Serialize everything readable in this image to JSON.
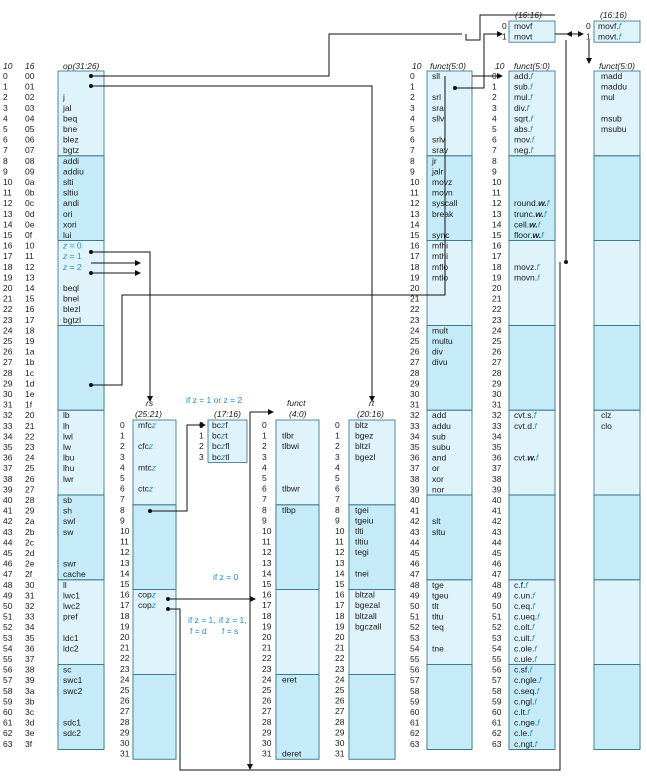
{
  "headers": {
    "dec": "10",
    "hex": "16",
    "op": "op(31:26)",
    "rs": "rs",
    "rs_range": "(25:21)",
    "z_range": "(17:16)",
    "funct_a": "funct",
    "funct_a_range": "(4:0)",
    "rt": "rt",
    "rt_range": "(20:16)",
    "funct_b": "funct(5:0)",
    "dec_b": "10",
    "funct_c": "funct(5:0)",
    "dec_c": "10",
    "funct_d": "funct(5:0)",
    "sixteen_a": "(16:16)",
    "sixteen_b": "(16:16)"
  },
  "op_rows": [
    [
      "0",
      "00",
      ""
    ],
    [
      "1",
      "01",
      ""
    ],
    [
      "2",
      "02",
      "j"
    ],
    [
      "3",
      "03",
      "jal"
    ],
    [
      "4",
      "04",
      "beq"
    ],
    [
      "5",
      "05",
      "bne"
    ],
    [
      "6",
      "06",
      "blez"
    ],
    [
      "7",
      "07",
      "bgtz"
    ],
    [
      "8",
      "08",
      "addi"
    ],
    [
      "9",
      "09",
      "addiu"
    ],
    [
      "10",
      "0a",
      "slti"
    ],
    [
      "11",
      "0b",
      "sltiu"
    ],
    [
      "12",
      "0c",
      "andi"
    ],
    [
      "13",
      "0d",
      "ori"
    ],
    [
      "14",
      "0e",
      "xori"
    ],
    [
      "15",
      "0f",
      "lui"
    ],
    [
      "16",
      "10",
      "z = 0"
    ],
    [
      "17",
      "11",
      "z = 1"
    ],
    [
      "18",
      "12",
      "z = 2"
    ],
    [
      "19",
      "13",
      ""
    ],
    [
      "20",
      "14",
      "beql"
    ],
    [
      "21",
      "15",
      "bnel"
    ],
    [
      "22",
      "16",
      "blezl"
    ],
    [
      "23",
      "17",
      "bgtzl"
    ],
    [
      "24",
      "18",
      ""
    ],
    [
      "25",
      "19",
      ""
    ],
    [
      "26",
      "1a",
      ""
    ],
    [
      "27",
      "1b",
      ""
    ],
    [
      "28",
      "1c",
      ""
    ],
    [
      "29",
      "1d",
      ""
    ],
    [
      "30",
      "1e",
      ""
    ],
    [
      "31",
      "1f",
      ""
    ],
    [
      "32",
      "20",
      "lb"
    ],
    [
      "33",
      "21",
      "lh"
    ],
    [
      "34",
      "22",
      "lwl"
    ],
    [
      "35",
      "23",
      "lw"
    ],
    [
      "36",
      "24",
      "lbu"
    ],
    [
      "37",
      "25",
      "lhu"
    ],
    [
      "38",
      "26",
      "lwr"
    ],
    [
      "39",
      "27",
      ""
    ],
    [
      "40",
      "28",
      "sb"
    ],
    [
      "41",
      "29",
      "sh"
    ],
    [
      "42",
      "2a",
      "swl"
    ],
    [
      "43",
      "2b",
      "sw"
    ],
    [
      "44",
      "2c",
      ""
    ],
    [
      "45",
      "2d",
      ""
    ],
    [
      "46",
      "2e",
      "swr"
    ],
    [
      "47",
      "2f",
      "cache"
    ],
    [
      "48",
      "30",
      "ll"
    ],
    [
      "49",
      "31",
      "lwc1"
    ],
    [
      "50",
      "32",
      "lwc2"
    ],
    [
      "51",
      "33",
      "pref"
    ],
    [
      "52",
      "34",
      ""
    ],
    [
      "53",
      "35",
      "ldc1"
    ],
    [
      "54",
      "36",
      "ldc2"
    ],
    [
      "55",
      "37",
      ""
    ],
    [
      "56",
      "38",
      "sc"
    ],
    [
      "57",
      "39",
      "swc1"
    ],
    [
      "58",
      "3a",
      "swc2"
    ],
    [
      "59",
      "3b",
      ""
    ],
    [
      "60",
      "3c",
      ""
    ],
    [
      "61",
      "3d",
      "sdc1"
    ],
    [
      "62",
      "3e",
      "sdc2"
    ],
    [
      "63",
      "3f",
      ""
    ]
  ],
  "rs_rows": [
    [
      "0",
      "mfcz"
    ],
    [
      "1",
      ""
    ],
    [
      "2",
      "cfcz"
    ],
    [
      "3",
      ""
    ],
    [
      "4",
      "mtcz"
    ],
    [
      "5",
      ""
    ],
    [
      "6",
      "ctcz"
    ],
    [
      "7",
      ""
    ],
    [
      "8",
      ""
    ],
    [
      "9",
      ""
    ],
    [
      "10",
      ""
    ],
    [
      "11",
      ""
    ],
    [
      "12",
      ""
    ],
    [
      "13",
      ""
    ],
    [
      "14",
      ""
    ],
    [
      "15",
      ""
    ],
    [
      "16",
      "copz"
    ],
    [
      "17",
      "copz"
    ],
    [
      "18",
      ""
    ],
    [
      "19",
      ""
    ],
    [
      "20",
      ""
    ],
    [
      "21",
      ""
    ],
    [
      "22",
      ""
    ],
    [
      "23",
      ""
    ],
    [
      "24",
      ""
    ],
    [
      "25",
      ""
    ],
    [
      "26",
      ""
    ],
    [
      "27",
      ""
    ],
    [
      "28",
      ""
    ],
    [
      "29",
      ""
    ],
    [
      "30",
      ""
    ],
    [
      "31",
      ""
    ]
  ],
  "z_rows": [
    [
      "0",
      "bczf"
    ],
    [
      "1",
      "bczt"
    ],
    [
      "2",
      "bczfl"
    ],
    [
      "3",
      "bcztl"
    ]
  ],
  "cop_funct_rows": [
    [
      "0",
      ""
    ],
    [
      "1",
      "tlbr"
    ],
    [
      "2",
      "tlbwi"
    ],
    [
      "3",
      ""
    ],
    [
      "4",
      ""
    ],
    [
      "5",
      ""
    ],
    [
      "6",
      "tlbwr"
    ],
    [
      "7",
      ""
    ],
    [
      "8",
      "tlbp"
    ],
    [
      "9",
      ""
    ],
    [
      "10",
      ""
    ],
    [
      "11",
      ""
    ],
    [
      "12",
      ""
    ],
    [
      "13",
      ""
    ],
    [
      "14",
      ""
    ],
    [
      "15",
      ""
    ],
    [
      "16",
      ""
    ],
    [
      "17",
      ""
    ],
    [
      "18",
      ""
    ],
    [
      "19",
      ""
    ],
    [
      "20",
      ""
    ],
    [
      "21",
      ""
    ],
    [
      "22",
      ""
    ],
    [
      "23",
      ""
    ],
    [
      "24",
      "eret"
    ],
    [
      "25",
      ""
    ],
    [
      "26",
      ""
    ],
    [
      "27",
      ""
    ],
    [
      "28",
      ""
    ],
    [
      "29",
      ""
    ],
    [
      "30",
      ""
    ],
    [
      "31",
      "deret"
    ]
  ],
  "rt_rows": [
    [
      "0",
      "bltz"
    ],
    [
      "1",
      "bgez"
    ],
    [
      "2",
      "bltzl"
    ],
    [
      "3",
      "bgezl"
    ],
    [
      "4",
      ""
    ],
    [
      "5",
      ""
    ],
    [
      "6",
      ""
    ],
    [
      "7",
      ""
    ],
    [
      "8",
      "tgei"
    ],
    [
      "9",
      "tgeiu"
    ],
    [
      "10",
      "tlti"
    ],
    [
      "11",
      "tltiu"
    ],
    [
      "12",
      "tegi"
    ],
    [
      "13",
      ""
    ],
    [
      "14",
      "tnei"
    ],
    [
      "15",
      ""
    ],
    [
      "16",
      "bltzal"
    ],
    [
      "17",
      "bgezal"
    ],
    [
      "18",
      "bltzall"
    ],
    [
      "19",
      "bgczall"
    ],
    [
      "20",
      ""
    ],
    [
      "21",
      ""
    ],
    [
      "22",
      ""
    ],
    [
      "23",
      ""
    ],
    [
      "24",
      ""
    ],
    [
      "25",
      ""
    ],
    [
      "26",
      ""
    ],
    [
      "27",
      ""
    ],
    [
      "28",
      ""
    ],
    [
      "29",
      ""
    ],
    [
      "30",
      ""
    ],
    [
      "31",
      ""
    ]
  ],
  "funct_b_rows": [
    [
      "0",
      "sll"
    ],
    [
      "1",
      ""
    ],
    [
      "2",
      "srl"
    ],
    [
      "3",
      "sra"
    ],
    [
      "4",
      "sllv"
    ],
    [
      "5",
      ""
    ],
    [
      "6",
      "srlv"
    ],
    [
      "7",
      "srav"
    ],
    [
      "8",
      "jr"
    ],
    [
      "9",
      "jalr"
    ],
    [
      "10",
      "movz"
    ],
    [
      "11",
      "movn"
    ],
    [
      "12",
      "syscall"
    ],
    [
      "13",
      "break"
    ],
    [
      "14",
      ""
    ],
    [
      "15",
      "sync"
    ],
    [
      "16",
      "mfhi"
    ],
    [
      "17",
      "mthi"
    ],
    [
      "18",
      "mflo"
    ],
    [
      "19",
      "mtlo"
    ],
    [
      "20",
      ""
    ],
    [
      "21",
      ""
    ],
    [
      "22",
      ""
    ],
    [
      "23",
      ""
    ],
    [
      "24",
      "mult"
    ],
    [
      "25",
      "multu"
    ],
    [
      "26",
      "div"
    ],
    [
      "27",
      "divu"
    ],
    [
      "28",
      ""
    ],
    [
      "29",
      ""
    ],
    [
      "30",
      ""
    ],
    [
      "31",
      ""
    ],
    [
      "32",
      "add"
    ],
    [
      "33",
      "addu"
    ],
    [
      "34",
      "sub"
    ],
    [
      "35",
      "subu"
    ],
    [
      "36",
      "and"
    ],
    [
      "37",
      "or"
    ],
    [
      "38",
      "xor"
    ],
    [
      "39",
      "nor"
    ],
    [
      "40",
      ""
    ],
    [
      "41",
      ""
    ],
    [
      "42",
      "slt"
    ],
    [
      "43",
      "sltu"
    ],
    [
      "44",
      ""
    ],
    [
      "45",
      ""
    ],
    [
      "46",
      ""
    ],
    [
      "47",
      ""
    ],
    [
      "48",
      "tge"
    ],
    [
      "49",
      "tgeu"
    ],
    [
      "50",
      "tlt"
    ],
    [
      "51",
      "tltu"
    ],
    [
      "52",
      "teq"
    ],
    [
      "53",
      ""
    ],
    [
      "54",
      "tne"
    ],
    [
      "55",
      ""
    ],
    [
      "56",
      ""
    ],
    [
      "57",
      ""
    ],
    [
      "58",
      ""
    ],
    [
      "59",
      ""
    ],
    [
      "60",
      ""
    ],
    [
      "61",
      ""
    ],
    [
      "62",
      ""
    ],
    [
      "63",
      ""
    ]
  ],
  "funct_c_rows": [
    [
      "0",
      "add.f"
    ],
    [
      "1",
      "sub.f"
    ],
    [
      "2",
      "mul.f"
    ],
    [
      "3",
      "div.f"
    ],
    [
      "4",
      "sqrt.f"
    ],
    [
      "5",
      "abs.f"
    ],
    [
      "6",
      "mov.f"
    ],
    [
      "7",
      "neg.f"
    ],
    [
      "8",
      ""
    ],
    [
      "9",
      ""
    ],
    [
      "10",
      ""
    ],
    [
      "11",
      ""
    ],
    [
      "12",
      "round.w.f"
    ],
    [
      "13",
      "trunc.w.f"
    ],
    [
      "14",
      "cell.w.f"
    ],
    [
      "15",
      "floor.w.f"
    ],
    [
      "16",
      ""
    ],
    [
      "17",
      ""
    ],
    [
      "18",
      "movz.f"
    ],
    [
      "19",
      "movn.f"
    ],
    [
      "20",
      ""
    ],
    [
      "21",
      ""
    ],
    [
      "22",
      ""
    ],
    [
      "23",
      ""
    ],
    [
      "24",
      ""
    ],
    [
      "25",
      ""
    ],
    [
      "26",
      ""
    ],
    [
      "27",
      ""
    ],
    [
      "28",
      ""
    ],
    [
      "29",
      ""
    ],
    [
      "30",
      ""
    ],
    [
      "31",
      ""
    ],
    [
      "32",
      "cvt.s.f"
    ],
    [
      "33",
      "cvt.d.f"
    ],
    [
      "34",
      ""
    ],
    [
      "35",
      ""
    ],
    [
      "36",
      "cvt.w.f"
    ],
    [
      "37",
      ""
    ],
    [
      "38",
      ""
    ],
    [
      "39",
      ""
    ],
    [
      "40",
      ""
    ],
    [
      "41",
      ""
    ],
    [
      "42",
      ""
    ],
    [
      "43",
      ""
    ],
    [
      "44",
      ""
    ],
    [
      "45",
      ""
    ],
    [
      "46",
      ""
    ],
    [
      "47",
      ""
    ],
    [
      "48",
      "c.f.f"
    ],
    [
      "49",
      "c.un.f"
    ],
    [
      "50",
      "c.eq.f"
    ],
    [
      "51",
      "c.ueq.f"
    ],
    [
      "52",
      "c.olt.f"
    ],
    [
      "53",
      "c.ult.f"
    ],
    [
      "54",
      "c.ole.f"
    ],
    [
      "55",
      "c.ule.f"
    ],
    [
      "56",
      "c.sf.f"
    ],
    [
      "57",
      "c.ngle.f"
    ],
    [
      "58",
      "c.seq.f"
    ],
    [
      "59",
      "c.ngl.f"
    ],
    [
      "60",
      "c.lt.f"
    ],
    [
      "61",
      "c.nge.f"
    ],
    [
      "62",
      "c.le.f"
    ],
    [
      "63",
      "c.ngt.f"
    ]
  ],
  "funct_d_rows": [
    "madd",
    "maddu",
    "mul",
    "",
    "msub",
    "msubu",
    "",
    "",
    "",
    "",
    "",
    "",
    "",
    "",
    "",
    "",
    "",
    "",
    "",
    "",
    "",
    "",
    "",
    "",
    "",
    "",
    "",
    "",
    "",
    "",
    "",
    "",
    "clz",
    "clo",
    "",
    "",
    "",
    "",
    "",
    "",
    "",
    "",
    "",
    "",
    "",
    "",
    "",
    "",
    "",
    "",
    "",
    "",
    "",
    "",
    "",
    "",
    "",
    "",
    "",
    "",
    "",
    "",
    "",
    ""
  ],
  "movf_rows": [
    [
      "0",
      "movf"
    ],
    [
      "1",
      "movt"
    ]
  ],
  "movff_rows": [
    [
      "0",
      "movf.f"
    ],
    [
      "1",
      "movt.f"
    ]
  ],
  "notes": {
    "z_note": "if z = 1 or z = 2",
    "z0_note": "if z = 0",
    "fd_note1": "if z = 1,",
    "fd_note2": "f = d",
    "fs_note1": "if z = 1,",
    "fs_note2": "f = s"
  },
  "colors": {
    "fill_light": "#dff3fb",
    "fill_mid": "#c5ebf8",
    "border": "#2d6f85",
    "accent": "#1e8ed0"
  }
}
